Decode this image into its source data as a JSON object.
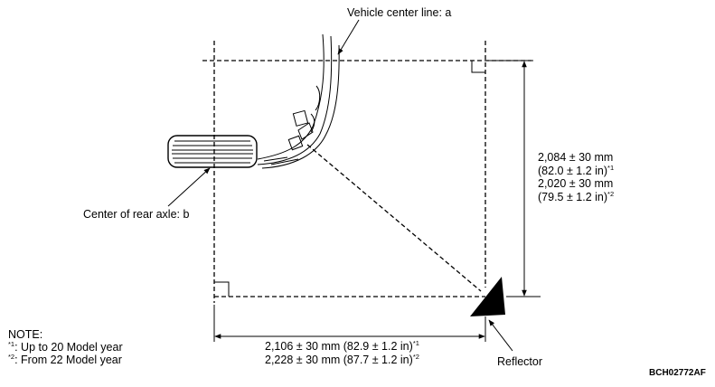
{
  "labels": {
    "vehicle_center_line": "Vehicle center line: a",
    "rear_axle": "Center of rear axle: b",
    "reflector": "Reflector",
    "code": "BCH02772AF"
  },
  "vertical_dimension": {
    "line1": "2,084 ± 30 mm",
    "line2": "(82.0 ± 1.2 in)",
    "line2_mark": "*1",
    "line3": "2,020 ± 30 mm",
    "line4": "(79.5 ± 1.2 in)",
    "line4_mark": "*2"
  },
  "horizontal_dimension": {
    "line1": "2,106 ± 30 mm (82.9 ± 1.2 in)",
    "line1_mark": "*1",
    "line2": "2,228 ± 30 mm (87.7 ± 1.2 in)",
    "line2_mark": "*2"
  },
  "note": {
    "title": "NOTE:",
    "item1_mark": "*1",
    "item1_text": ": Up to 20 Model year",
    "item2_mark": "*2",
    "item2_text": ": From 22 Model year"
  }
}
